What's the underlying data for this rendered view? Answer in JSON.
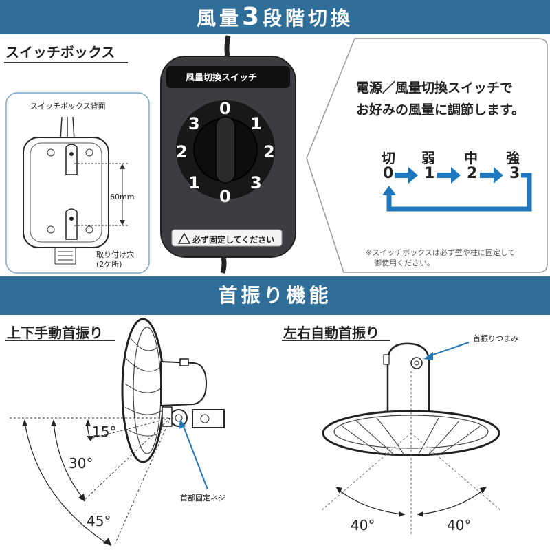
{
  "banners": {
    "top_prefix": "風量",
    "top_num": "3",
    "top_suffix": "段階切換",
    "bottom": "首振り機能"
  },
  "switch_section": {
    "title": "スイッチボックス",
    "back_label": "スイッチボックス背面",
    "dimension": "60mm",
    "holes_label": "取り付け穴",
    "holes_count": "(2ケ所)",
    "box_title": "風量切換スイッチ",
    "dial_numbers": [
      "0",
      "1",
      "2",
      "3",
      "0",
      "1",
      "2",
      "3"
    ],
    "warning": "必ず固定してください"
  },
  "description": {
    "line1": "電源／風量切換スイッチで",
    "line2": "お好みの風量に調節します。"
  },
  "speeds": [
    {
      "label": "切",
      "num": "0"
    },
    {
      "label": "弱",
      "num": "1"
    },
    {
      "label": "中",
      "num": "2"
    },
    {
      "label": "強",
      "num": "3"
    }
  ],
  "note": {
    "line1": "※スイッチボックスは必ず壁や柱に固定して",
    "line2": "御使用ください。"
  },
  "manual_section": {
    "title": "上下手動首振り",
    "angles": [
      "15°",
      "30°",
      "45°"
    ],
    "screw_label": "首部固定ネジ"
  },
  "auto_section": {
    "title": "左右自動首振り",
    "knob_label": "首振りつまみ",
    "angle_left": "40°",
    "angle_right": "40°"
  },
  "colors": {
    "banner": "#2f6e98",
    "arrow": "#1f78be",
    "switch_box": "#3b3d40"
  }
}
